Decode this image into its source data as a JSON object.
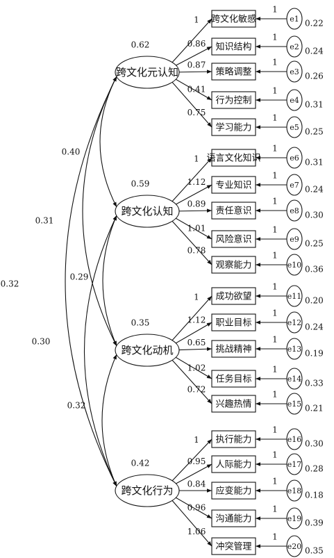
{
  "latents": [
    {
      "name": "跨文化元认知",
      "variance": "0.62"
    },
    {
      "name": "跨文化认知",
      "variance": "0.59"
    },
    {
      "name": "跨文化动机",
      "variance": "0.35"
    },
    {
      "name": "跨文化行为",
      "variance": "0.42"
    }
  ],
  "indicators": [
    {
      "label": "跨文化敏感",
      "latent": 0,
      "loading": "1",
      "error": "e1",
      "error_variance": "0.22"
    },
    {
      "label": "知识结构",
      "latent": 0,
      "loading": "0.86",
      "error": "e2",
      "error_variance": "0.24"
    },
    {
      "label": "策略调整",
      "latent": 0,
      "loading": "0.87",
      "error": "e3",
      "error_variance": "0.26"
    },
    {
      "label": "行为控制",
      "latent": 0,
      "loading": "0.41",
      "error": "e4",
      "error_variance": "0.31"
    },
    {
      "label": "学习能力",
      "latent": 0,
      "loading": "0.75",
      "error": "e5",
      "error_variance": "0.25"
    },
    {
      "label": "语言文化知识",
      "latent": 1,
      "loading": "1",
      "error": "e6",
      "error_variance": "0.31"
    },
    {
      "label": "专业知识",
      "latent": 1,
      "loading": "1.12",
      "error": "e7",
      "error_variance": "0.24"
    },
    {
      "label": "责任意识",
      "latent": 1,
      "loading": "0.89",
      "error": "e8",
      "error_variance": "0.30"
    },
    {
      "label": "风险意识",
      "latent": 1,
      "loading": "1.01",
      "error": "e9",
      "error_variance": "0.25"
    },
    {
      "label": "观察能力",
      "latent": 1,
      "loading": "0.78",
      "error": "e10",
      "error_variance": "0.36"
    },
    {
      "label": "成功欲望",
      "latent": 2,
      "loading": "1",
      "error": "e11",
      "error_variance": "0.20"
    },
    {
      "label": "职业目标",
      "latent": 2,
      "loading": "1.12",
      "error": "e12",
      "error_variance": "0.24"
    },
    {
      "label": "挑战精神",
      "latent": 2,
      "loading": "0.65",
      "error": "e13",
      "error_variance": "0.19"
    },
    {
      "label": "任务目标",
      "latent": 2,
      "loading": "1.02",
      "error": "e14",
      "error_variance": "0.33"
    },
    {
      "label": "兴趣热情",
      "latent": 2,
      "loading": "0.72",
      "error": "e15",
      "error_variance": "0.21"
    },
    {
      "label": "执行能力",
      "latent": 3,
      "loading": "1",
      "error": "e16",
      "error_variance": "0.30"
    },
    {
      "label": "人际能力",
      "latent": 3,
      "loading": "0.95",
      "error": "e17",
      "error_variance": "0.28"
    },
    {
      "label": "应变能力",
      "latent": 3,
      "loading": "0.84",
      "error": "e18",
      "error_variance": "0.18"
    },
    {
      "label": "沟通能力",
      "latent": 3,
      "loading": "0.96",
      "error": "e19",
      "error_variance": "0.39"
    },
    {
      "label": "冲突管理",
      "latent": 3,
      "loading": "1.06",
      "error": "e20",
      "error_variance": "0.35"
    }
  ],
  "error_path_label": "1",
  "covariances": [
    {
      "from": 0,
      "to": 1,
      "value": "0.40"
    },
    {
      "from": 0,
      "to": 2,
      "value": "0.31"
    },
    {
      "from": 0,
      "to": 3,
      "value": "0.32"
    },
    {
      "from": 1,
      "to": 2,
      "value": "0.29"
    },
    {
      "from": 1,
      "to": 3,
      "value": "0.30"
    },
    {
      "from": 2,
      "to": 3,
      "value": "0.32"
    }
  ]
}
